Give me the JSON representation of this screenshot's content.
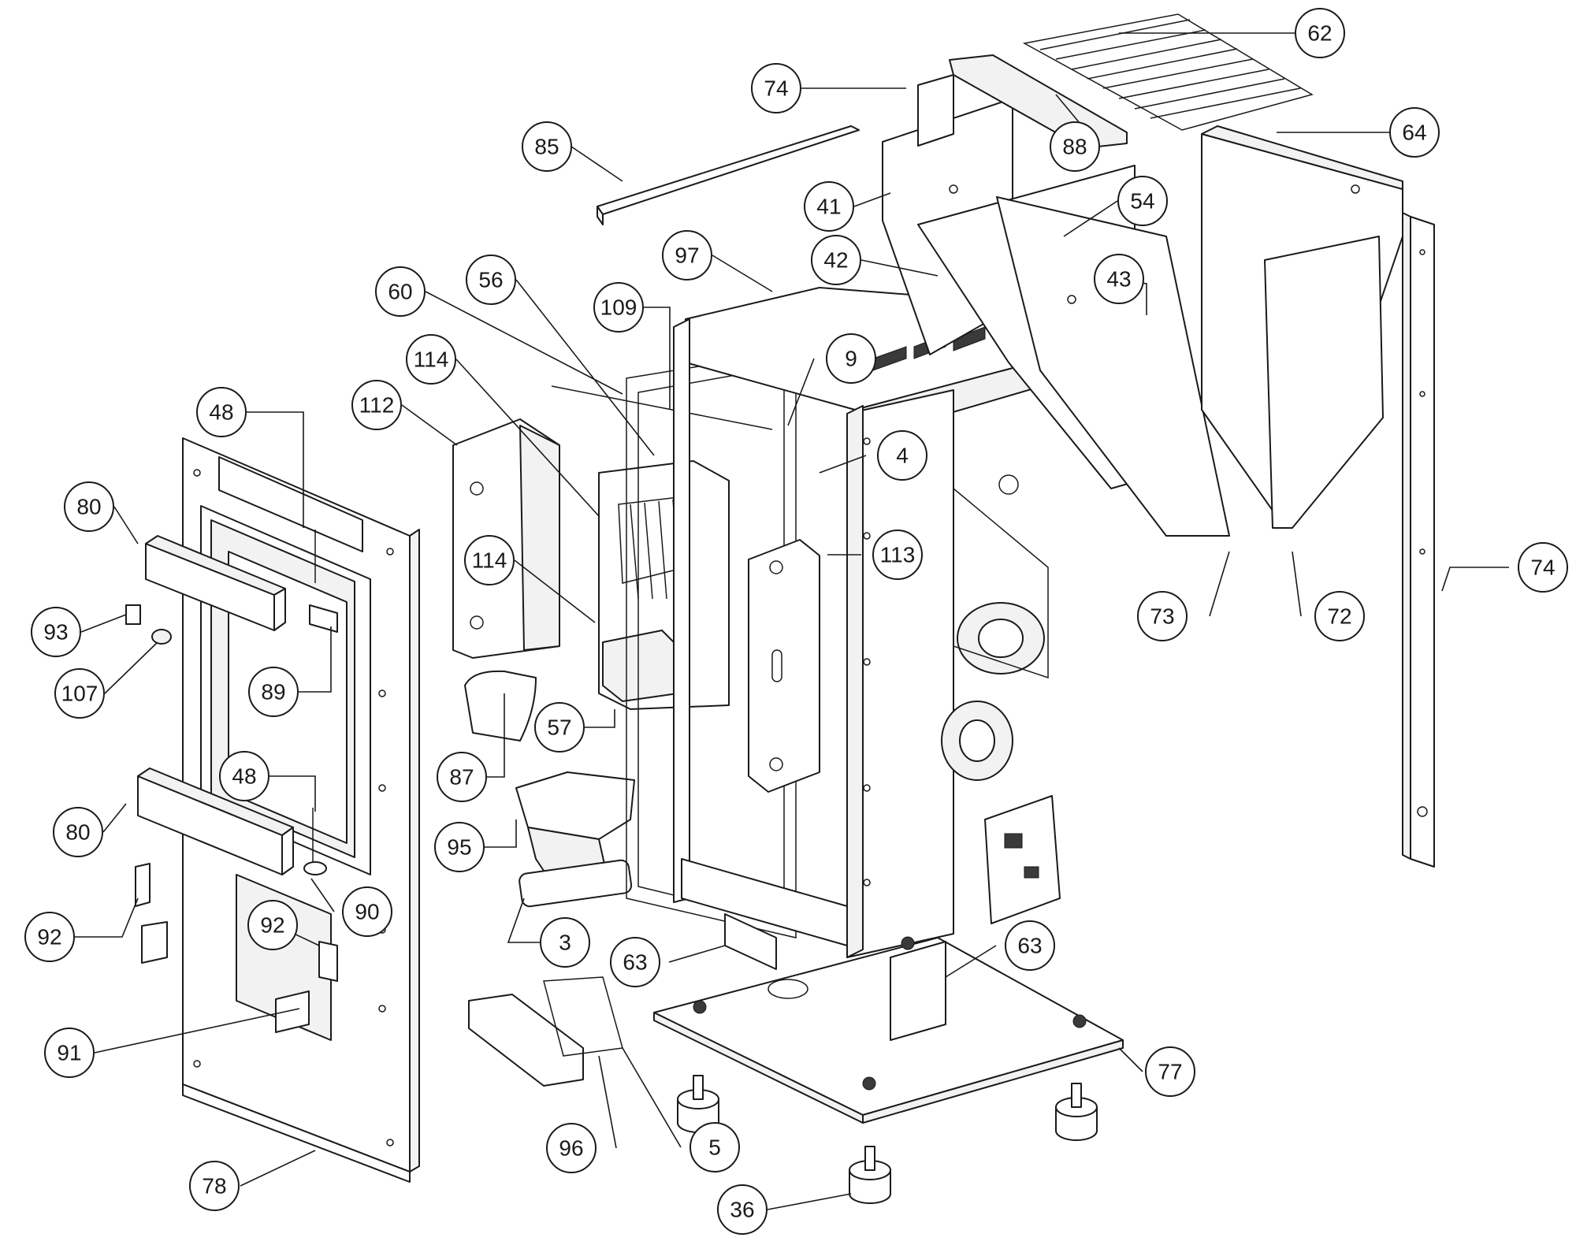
{
  "callouts": [
    {
      "id": "c62",
      "label": "62"
    },
    {
      "id": "c74a",
      "label": "74"
    },
    {
      "id": "c64",
      "label": "64"
    },
    {
      "id": "c88",
      "label": "88"
    },
    {
      "id": "c85",
      "label": "85"
    },
    {
      "id": "c41",
      "label": "41"
    },
    {
      "id": "c54",
      "label": "54"
    },
    {
      "id": "c97",
      "label": "97"
    },
    {
      "id": "c42",
      "label": "42"
    },
    {
      "id": "c43",
      "label": "43"
    },
    {
      "id": "c56",
      "label": "56"
    },
    {
      "id": "c60",
      "label": "60"
    },
    {
      "id": "c109",
      "label": "109"
    },
    {
      "id": "c114a",
      "label": "114"
    },
    {
      "id": "c9",
      "label": "9"
    },
    {
      "id": "c112",
      "label": "112"
    },
    {
      "id": "c48a",
      "label": "48"
    },
    {
      "id": "c4",
      "label": "4"
    },
    {
      "id": "c80a",
      "label": "80"
    },
    {
      "id": "c114b",
      "label": "114"
    },
    {
      "id": "c113",
      "label": "113"
    },
    {
      "id": "c74b",
      "label": "74"
    },
    {
      "id": "c73",
      "label": "73"
    },
    {
      "id": "c72",
      "label": "72"
    },
    {
      "id": "c93",
      "label": "93"
    },
    {
      "id": "c89",
      "label": "89"
    },
    {
      "id": "c107",
      "label": "107"
    },
    {
      "id": "c57",
      "label": "57"
    },
    {
      "id": "c87",
      "label": "87"
    },
    {
      "id": "c48b",
      "label": "48"
    },
    {
      "id": "c80b",
      "label": "80"
    },
    {
      "id": "c95",
      "label": "95"
    },
    {
      "id": "c90",
      "label": "90"
    },
    {
      "id": "c92a",
      "label": "92"
    },
    {
      "id": "c92b",
      "label": "92"
    },
    {
      "id": "c3",
      "label": "3"
    },
    {
      "id": "c63a",
      "label": "63"
    },
    {
      "id": "c63b",
      "label": "63"
    },
    {
      "id": "c91",
      "label": "91"
    },
    {
      "id": "c77",
      "label": "77"
    },
    {
      "id": "c96",
      "label": "96"
    },
    {
      "id": "c5",
      "label": "5"
    },
    {
      "id": "c78",
      "label": "78"
    },
    {
      "id": "c36",
      "label": "36"
    }
  ]
}
